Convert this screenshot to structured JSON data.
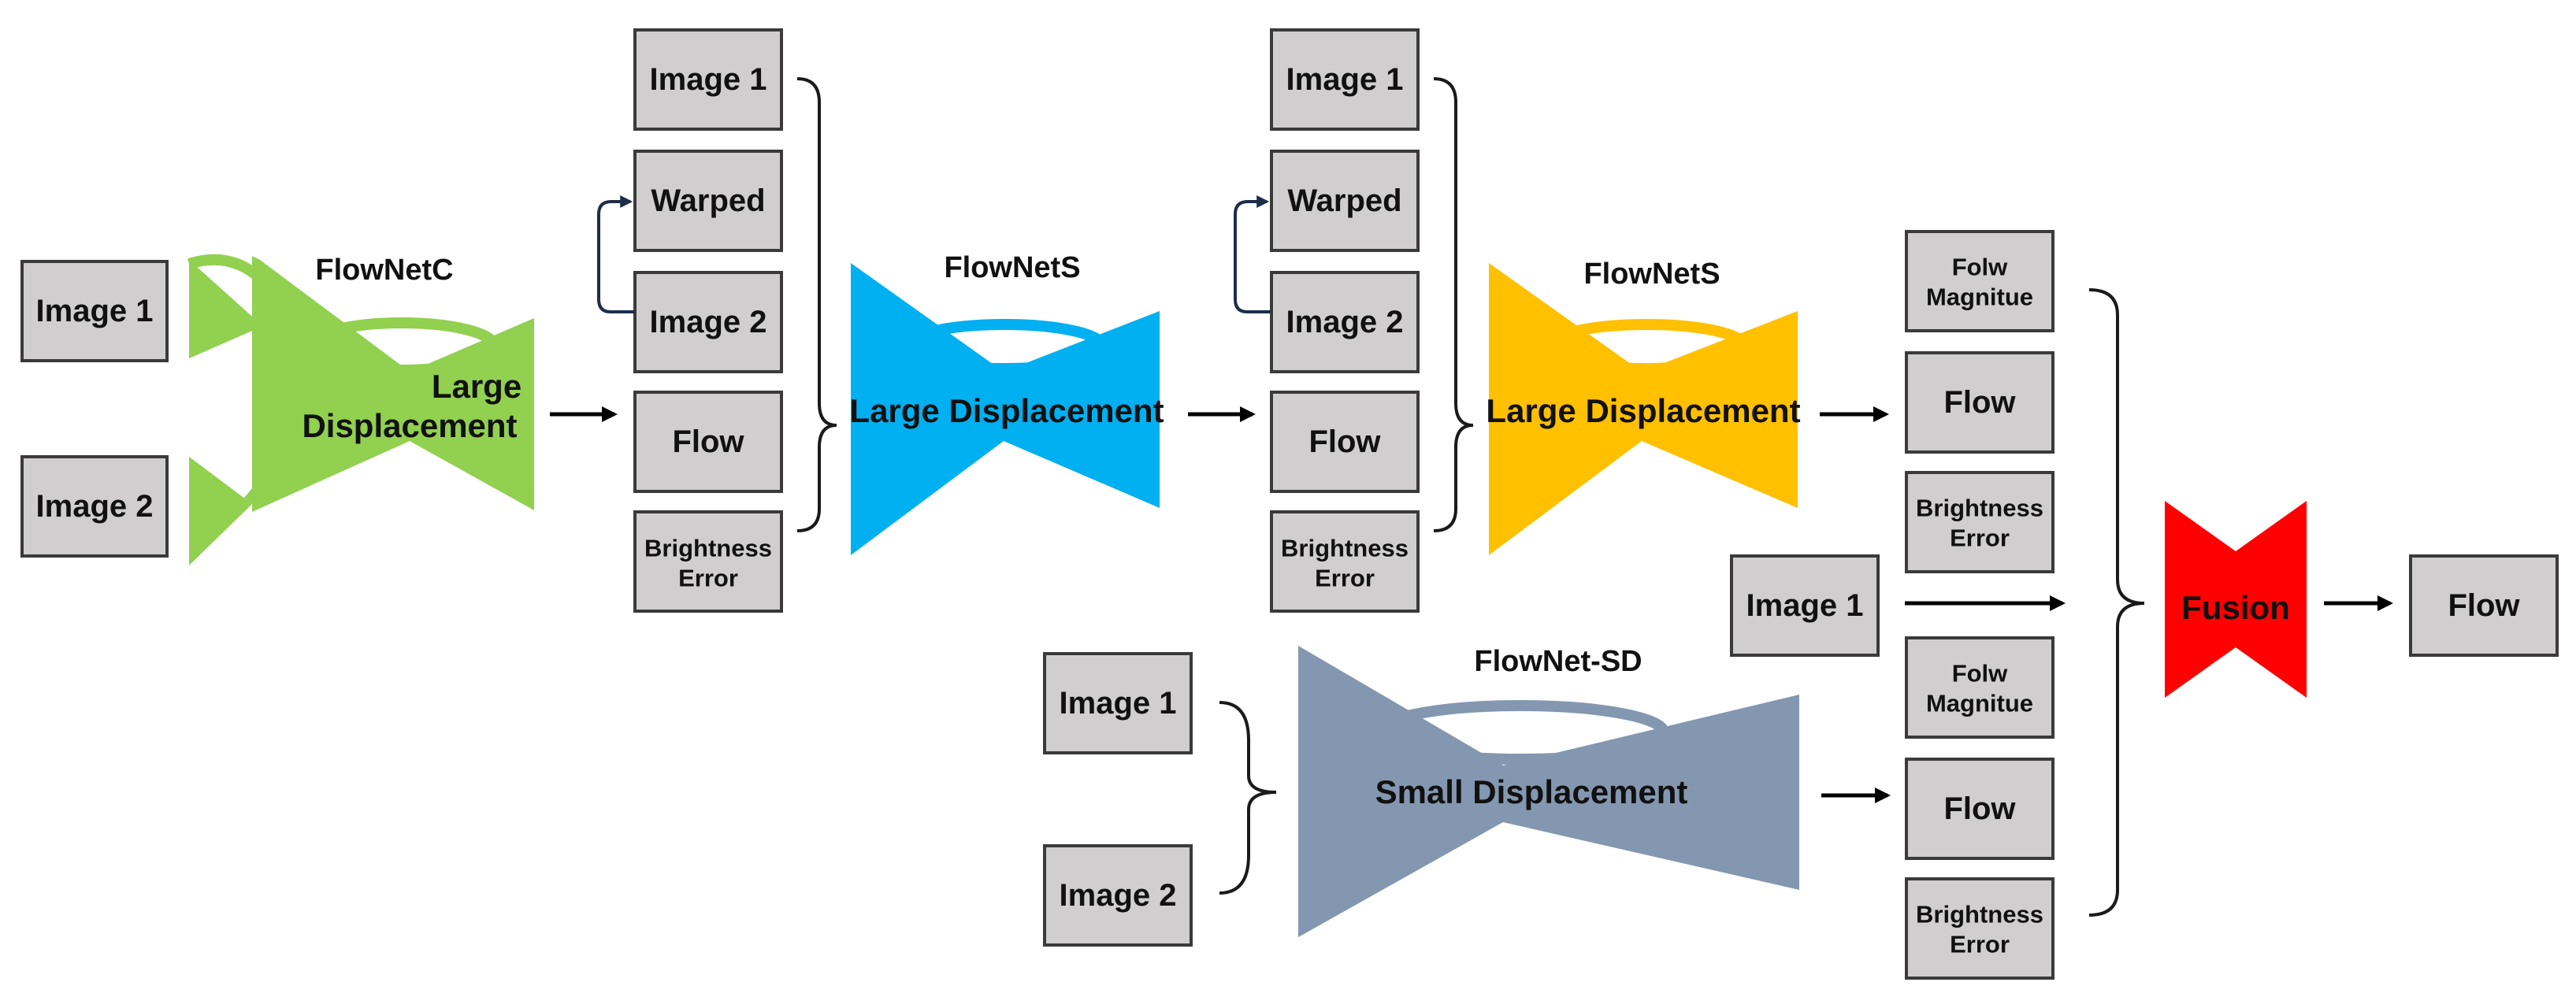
{
  "colors": {
    "flownetc": "#92d050",
    "flownets_1": "#00b0f0",
    "flownets_2": "#ffc000",
    "flownet_sd": "#8497b0",
    "fusion": "#ff0000",
    "box_fill": "#d0cecf"
  },
  "inputs": {
    "image1": "Image 1",
    "image2": "Image 2"
  },
  "flownetc": {
    "title": "FlowNetC",
    "label_line1": "Large",
    "label_line2": "Displacement"
  },
  "stage1_outputs": {
    "image1": "Image 1",
    "warped": "Warped",
    "image2": "Image 2",
    "flow": "Flow",
    "brightness_line1": "Brightness",
    "brightness_line2": "Error"
  },
  "flownets1": {
    "title": "FlowNetS",
    "label": "Large Displacement"
  },
  "stage2_outputs": {
    "image1": "Image 1",
    "warped": "Warped",
    "image2": "Image 2",
    "flow": "Flow",
    "brightness_line1": "Brightness",
    "brightness_line2": "Error"
  },
  "flownets2": {
    "title": "FlowNetS",
    "label": "Large Displacement"
  },
  "sd_inputs": {
    "image1": "Image 1",
    "image2": "Image 2"
  },
  "flownet_sd": {
    "title": "FlowNet-SD",
    "label": "Small Displacement"
  },
  "upper_outputs": {
    "magnitude_line1": "Folw",
    "magnitude_line2": "Magnitue",
    "flow": "Flow",
    "brightness_line1": "Brightness",
    "brightness_line2": "Error"
  },
  "fusion_input_image": "Image 1",
  "lower_outputs": {
    "magnitude_line1": "Folw",
    "magnitude_line2": "Magnitue",
    "flow": "Flow",
    "brightness_line1": "Brightness",
    "brightness_line2": "Error"
  },
  "fusion": {
    "label": "Fusion"
  },
  "final_output": {
    "flow": "Flow"
  }
}
